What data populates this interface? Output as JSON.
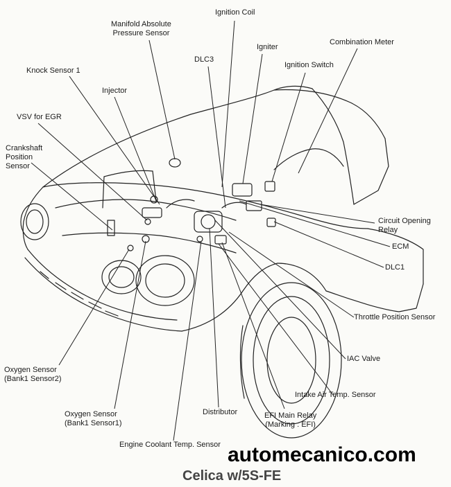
{
  "labels": {
    "manifold_pressure_sensor": [
      "Manifold Absolute",
      "Pressure Sensor"
    ],
    "ignition_coil": "Ignition Coil",
    "igniter": "Igniter",
    "combination_meter": "Combination Meter",
    "dlc3": "DLC3",
    "ignition_switch": "Ignition Switch",
    "knock_sensor": "Knock Sensor 1",
    "injector": "Injector",
    "vsv_egr": "VSV for EGR",
    "crankshaft_sensor": [
      "Crankshaft",
      "Position",
      "Sensor"
    ],
    "circuit_opening_relay": [
      "Circuit Opening",
      "Relay"
    ],
    "ecm": "ECM",
    "dlc1": "DLC1",
    "throttle_position_sensor": "Throttle Position Sensor",
    "iac_valve": "IAC Valve",
    "oxygen_sensor_2": [
      "Oxygen Sensor",
      "(Bank1 Sensor2)"
    ],
    "intake_air_temp_sensor": "Intake Air Temp. Sensor",
    "distributor": "Distributor",
    "oxygen_sensor_1": [
      "Oxygen Sensor",
      "(Bank1 Sensor1)"
    ],
    "efi_main_relay": [
      "EFI Main Relay",
      "(Marking : EFI)"
    ],
    "engine_coolant_sensor": "Engine Coolant Temp. Sensor"
  },
  "watermark": "automecanico.com",
  "title": "Celica w/5S-FE"
}
